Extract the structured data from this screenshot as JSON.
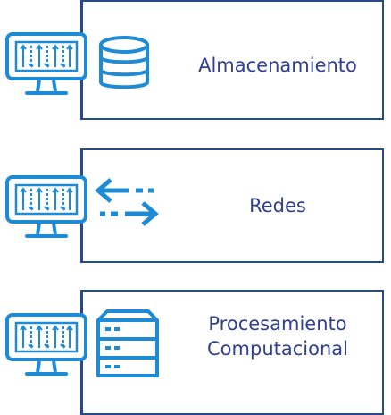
{
  "items": [
    {
      "label": "Almacenamiento",
      "icon": "database-icon"
    },
    {
      "label": "Redes",
      "icon": "network-arrows-icon"
    },
    {
      "label": "Procesamiento Computacional",
      "label_lines": [
        "Procesamiento",
        "Computacional"
      ],
      "icon": "server-rack-icon"
    }
  ],
  "colors": {
    "icon": "#1d8bd6",
    "border": "#2a4a86",
    "text": "#2f3f93"
  }
}
